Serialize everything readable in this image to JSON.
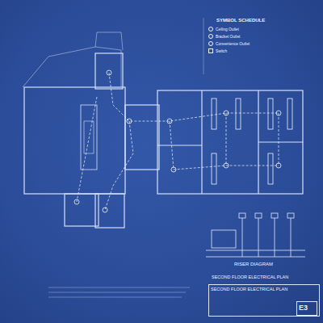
{
  "diagram": {
    "title": "SECOND FLOOR ELECTRICAL PLAN",
    "nodes": [
      {
        "text": [
          "SECOND FLOOR ELECTRICAL PLAN"
        ]
      },
      {
        "text": [
          "E3"
        ],
        "in": 0
      }
    ],
    "edges": [],
    "labels": [
      "SYMBOL SCHEDULE",
      "RISER DIAGRAM"
    ],
    "legend": [
      {
        "text": "Ceiling Outlet"
      },
      {
        "text": "Bracket Outlet"
      },
      {
        "text": "Convenience Outlet"
      },
      {
        "text": "Switch"
      }
    ]
  }
}
